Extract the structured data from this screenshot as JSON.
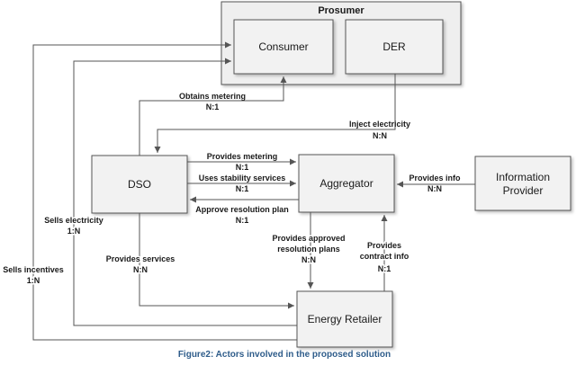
{
  "diagram": {
    "group": {
      "title": "Prosumer"
    },
    "nodes": {
      "consumer": "Consumer",
      "der": "DER",
      "dso": "DSO",
      "aggregator": "Aggregator",
      "info_provider": [
        "Information",
        "Provider"
      ],
      "energy_retailer": "Energy Retailer"
    },
    "edges": {
      "obtains_metering": {
        "label": "Obtains metering",
        "card": "N:1"
      },
      "inject_electricity": {
        "label": "Inject electricity",
        "card": "N:N"
      },
      "provides_metering": {
        "label": "Provides metering",
        "card": "N:1"
      },
      "uses_stability": {
        "label": "Uses stability services",
        "card": "N:1"
      },
      "approve_plan": {
        "label": "Approve resolution plan",
        "card": "N:1"
      },
      "provides_info": {
        "label": "Provides info",
        "card": "N:N"
      },
      "sells_electricity": {
        "label": "Sells electricity",
        "card": "1:N"
      },
      "sells_incentives": {
        "label": "Sells incentives",
        "card": "1:N"
      },
      "provides_services": {
        "label": "Provides services",
        "card": "N:N"
      },
      "approved_plans": {
        "label": [
          "Provides approved",
          "resolution plans"
        ],
        "card": "N:N"
      },
      "contract_info": {
        "label": [
          "Provides",
          "contract info"
        ],
        "card": "N:1"
      }
    },
    "caption": "Figure2: Actors involved in the proposed solution",
    "colors": {
      "caption": "#2e5c8a",
      "box_fill": "#f2f2f2",
      "group_fill": "#efefef",
      "stroke": "#555555"
    }
  }
}
